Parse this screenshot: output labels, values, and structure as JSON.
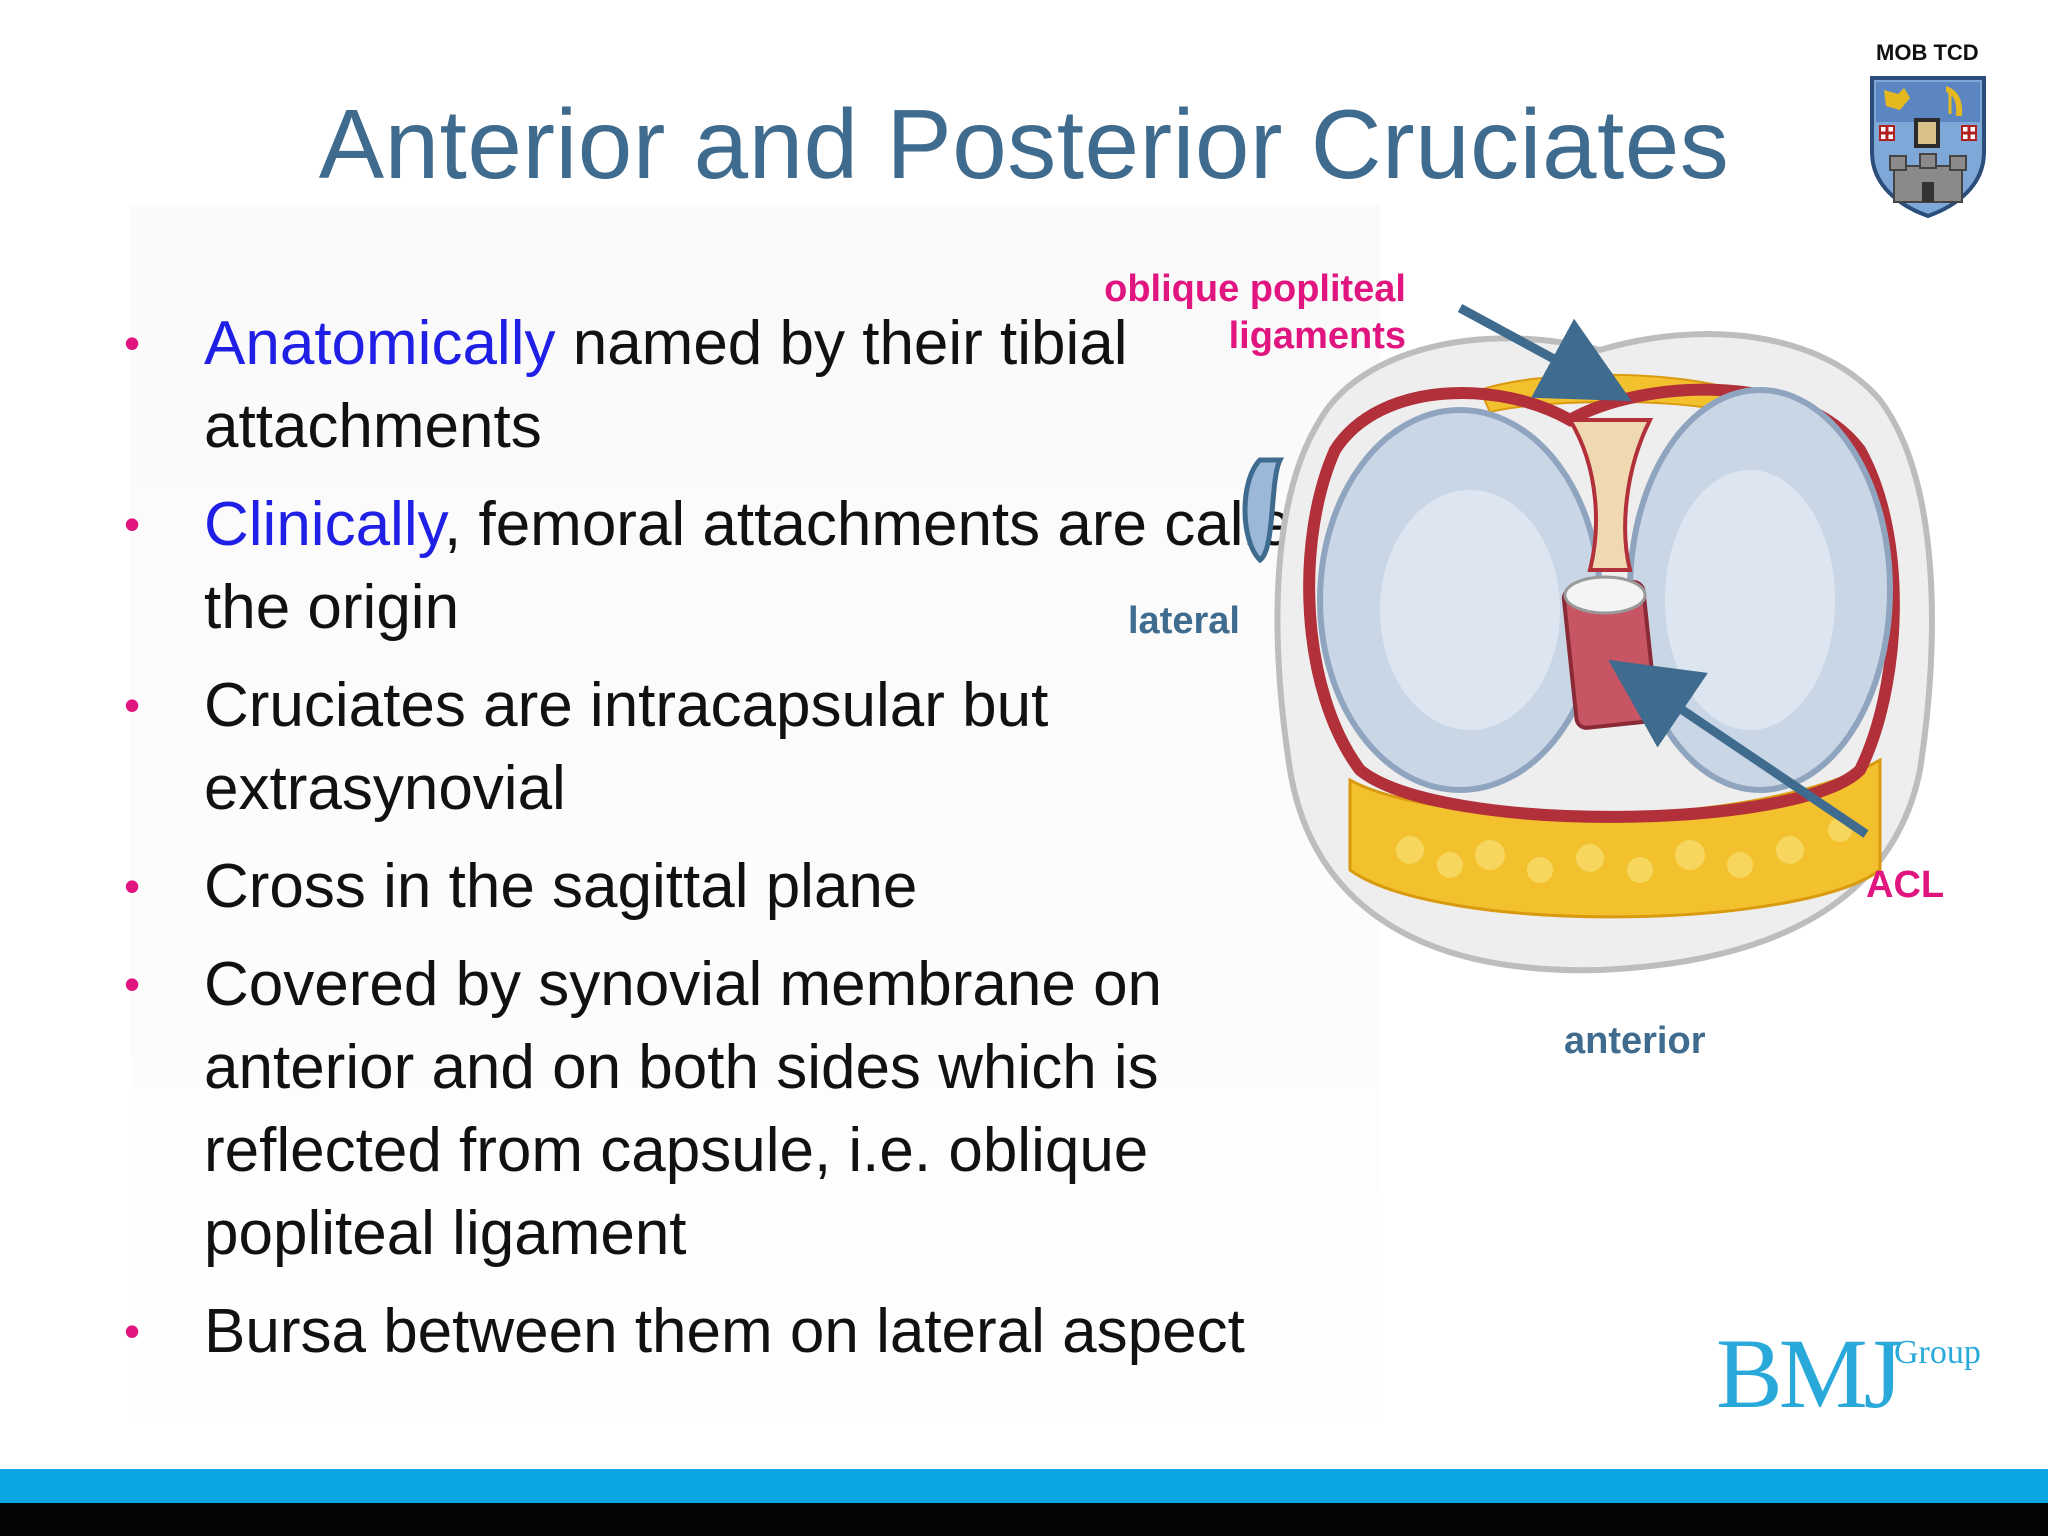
{
  "slide": {
    "title": "Anterior and Posterior Cruciates",
    "badge": "MOB TCD"
  },
  "bullets": [
    {
      "highlight": "Anatomically",
      "text": " named by their tibial attachments"
    },
    {
      "highlight": "Clinically",
      "text": ", femoral attachments are called the origin"
    },
    {
      "highlight": "",
      "text": "Cruciates are intracapsular but extrasynovial"
    },
    {
      "highlight": "",
      "text": "Cross in the sagittal plane"
    },
    {
      "highlight": "",
      "text": "Covered by synovial membrane on anterior and on both sides which is reflected from capsule, i.e. oblique popliteal ligament"
    },
    {
      "highlight": "",
      "text": "Bursa between them on lateral aspect"
    }
  ],
  "figure": {
    "labels": {
      "oblique_line1": "oblique popliteal",
      "oblique_line2": "ligaments",
      "lateral": "lateral",
      "acl": "ACL",
      "anterior": "anterior"
    }
  },
  "footer": {
    "logo_main": "BMJ",
    "logo_group": "Group"
  },
  "colors": {
    "title": "#3f6b8e",
    "bullet_dot": "#e0157f",
    "highlight": "#1f1fe6",
    "label_magenta": "#e0157f",
    "label_blue": "#3f6b8e",
    "footer_bar": "#0ba6e3"
  },
  "icons": [
    "tcd-crest-icon",
    "bullet-dot-icon",
    "arrow-icon"
  ]
}
